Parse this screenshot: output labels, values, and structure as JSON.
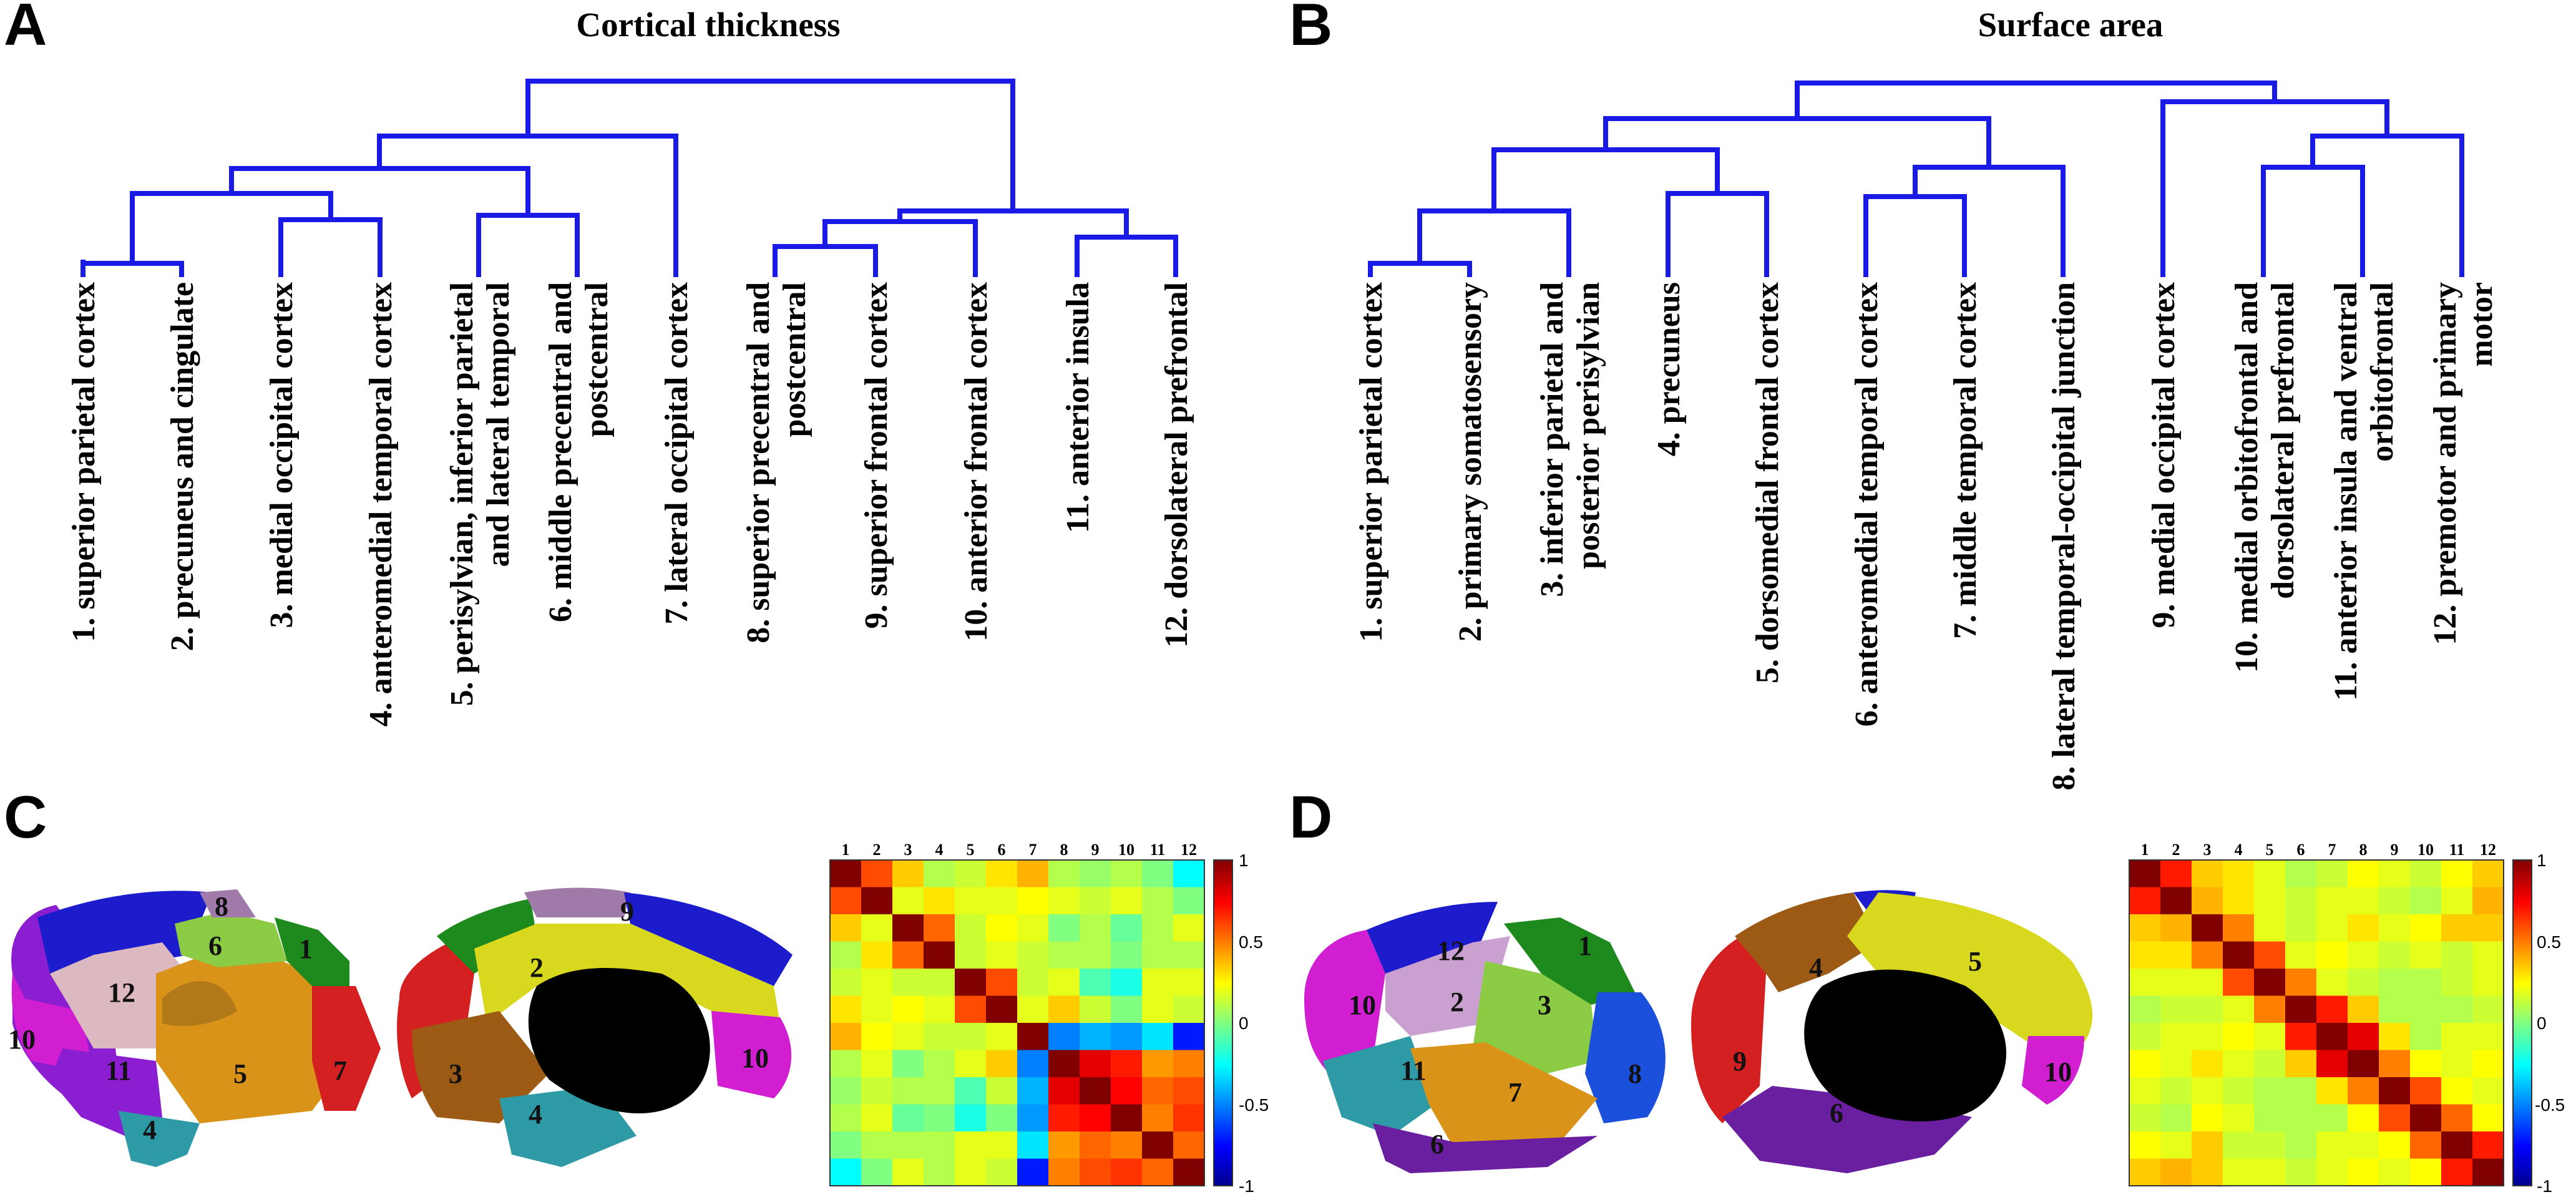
{
  "figure": {
    "colors": {
      "dendrogram": "#1a1ae6",
      "text": "#000000",
      "medial_wall": "#000000"
    },
    "panels": [
      {
        "letter": "A",
        "title": "Cortical thickness",
        "leaves": [
          {
            "line1": "1. superior parietal cortex",
            "line2": ""
          },
          {
            "line1": "2. precuneus and cingulate",
            "line2": ""
          },
          {
            "line1": "3. medial occipital cortex",
            "line2": ""
          },
          {
            "line1": "4. anteromedial temporal cortex",
            "line2": ""
          },
          {
            "line1": "5. perisylvian, inferior parietal",
            "line2": "and lateral temporal"
          },
          {
            "line1": "6. middle precentral and",
            "line2": "postcentral"
          },
          {
            "line1": "7. lateral occipital cortex",
            "line2": ""
          },
          {
            "line1": "8. superior precentral and",
            "line2": "postcentral"
          },
          {
            "line1": "9. superior frontal cortex",
            "line2": ""
          },
          {
            "line1": "10. anterior frontal cortex",
            "line2": ""
          },
          {
            "line1": "11. anterior insula",
            "line2": ""
          },
          {
            "line1": "12. dorsolateral prefrontal",
            "line2": ""
          }
        ]
      },
      {
        "letter": "B",
        "title": "Surface area",
        "leaves": [
          {
            "line1": "1. superior parietal cortex",
            "line2": ""
          },
          {
            "line1": "2. primary somatosensory",
            "line2": ""
          },
          {
            "line1": "3. inferior parietal and",
            "line2": "posterior perisylvian"
          },
          {
            "line1": "4. precuneus",
            "line2": ""
          },
          {
            "line1": "5. dorsomedial frontal cortex",
            "line2": ""
          },
          {
            "line1": "6. anteromedial temporal cortex",
            "line2": ""
          },
          {
            "line1": "7. middle temporal cortex",
            "line2": ""
          },
          {
            "line1": "8. lateral temporal-occipital junction",
            "line2": ""
          },
          {
            "line1": "9. medial occipital cortex",
            "line2": ""
          },
          {
            "line1": "10. medial orbitofrontal and",
            "line2": "dorsolateral prefrontal"
          },
          {
            "line1": "11. anterior insula and ventral",
            "line2": "orbitofrontal"
          },
          {
            "line1": "12. premotor and primary",
            "line2": "motor"
          }
        ]
      },
      {
        "letter": "C",
        "region_colors": {
          "1": "#1e8a1e",
          "2": "#d8d81e",
          "3": "#9c5a14",
          "4": "#2e9aa6",
          "5": "#d99318",
          "6": "#8ccc44",
          "7": "#d42020",
          "8": "#a07aa8",
          "9": "#1c1ccc",
          "10": "#d01ed0",
          "11": "#8a1ed0",
          "12": "#dcb8c0"
        },
        "lateral_labels": [
          "8",
          "6",
          "1",
          "12",
          "10",
          "11",
          "5",
          "7",
          "4"
        ],
        "medial_labels": [
          "9",
          "2",
          "3",
          "10",
          "4"
        ]
      },
      {
        "letter": "D",
        "region_colors": {
          "1": "#1e8a1e",
          "2": "#c9a0d0",
          "3": "#8ccc44",
          "4": "#9c5a14",
          "5": "#d8d81e",
          "6": "#6a1ea0",
          "7": "#d99318",
          "8": "#1a50dc",
          "9": "#d42020",
          "10": "#d01ed0",
          "11": "#2e9aa6",
          "12": "#1c1ccc"
        },
        "lateral_labels": [
          "12",
          "1",
          "10",
          "2",
          "3",
          "11",
          "7",
          "8",
          "6"
        ],
        "medial_labels": [
          "4",
          "5",
          "9",
          "10",
          "6"
        ]
      }
    ],
    "matrix_axis_labels": [
      "1",
      "2",
      "3",
      "4",
      "5",
      "6",
      "7",
      "8",
      "9",
      "10",
      "11",
      "12"
    ],
    "colorbar": {
      "ticks": [
        "1",
        "0.5",
        "0",
        "-0.5",
        "-1"
      ],
      "colormap": "jet",
      "range": [
        -1,
        1
      ]
    },
    "matrix_C": [
      [
        1.0,
        0.6,
        0.35,
        0.1,
        0.15,
        0.3,
        0.4,
        0.1,
        0.05,
        0.1,
        0.0,
        -0.25
      ],
      [
        0.6,
        1.0,
        0.2,
        0.3,
        0.2,
        0.2,
        0.25,
        0.2,
        0.15,
        0.2,
        0.1,
        0.0
      ],
      [
        0.35,
        0.2,
        1.0,
        0.55,
        0.15,
        0.25,
        0.2,
        0.0,
        0.1,
        -0.05,
        0.1,
        0.2
      ],
      [
        0.1,
        0.3,
        0.55,
        1.0,
        0.15,
        0.2,
        0.15,
        0.1,
        0.1,
        0.0,
        0.1,
        0.1
      ],
      [
        0.15,
        0.2,
        0.15,
        0.15,
        1.0,
        0.6,
        0.15,
        0.2,
        -0.1,
        -0.2,
        0.2,
        0.2
      ],
      [
        0.3,
        0.2,
        0.25,
        0.2,
        0.6,
        1.0,
        0.2,
        0.35,
        0.15,
        0.0,
        0.2,
        0.15
      ],
      [
        0.4,
        0.25,
        0.2,
        0.15,
        0.15,
        0.2,
        1.0,
        -0.5,
        -0.4,
        -0.45,
        -0.3,
        -0.7
      ],
      [
        0.1,
        0.2,
        0.0,
        0.1,
        0.2,
        0.35,
        -0.5,
        1.0,
        0.8,
        0.7,
        0.45,
        0.5
      ],
      [
        0.05,
        0.15,
        0.1,
        0.1,
        -0.1,
        0.15,
        -0.4,
        0.8,
        1.0,
        0.75,
        0.55,
        0.6
      ],
      [
        0.1,
        0.2,
        -0.05,
        0.0,
        -0.2,
        0.0,
        -0.45,
        0.7,
        0.75,
        1.0,
        0.5,
        0.65
      ],
      [
        0.0,
        0.1,
        0.1,
        0.1,
        0.2,
        0.2,
        -0.3,
        0.45,
        0.55,
        0.5,
        1.0,
        0.55
      ],
      [
        -0.25,
        0.0,
        0.2,
        0.1,
        0.2,
        0.15,
        -0.7,
        0.5,
        0.6,
        0.65,
        0.55,
        1.0
      ]
    ],
    "matrix_D": [
      [
        1.0,
        0.7,
        0.35,
        0.3,
        0.2,
        0.1,
        0.15,
        0.25,
        0.2,
        0.15,
        0.25,
        0.35
      ],
      [
        0.7,
        1.0,
        0.4,
        0.3,
        0.2,
        0.15,
        0.2,
        0.2,
        0.15,
        0.1,
        0.2,
        0.4
      ],
      [
        0.35,
        0.4,
        1.0,
        0.5,
        0.2,
        0.15,
        0.2,
        0.3,
        0.2,
        0.25,
        0.35,
        0.35
      ],
      [
        0.3,
        0.3,
        0.5,
        1.0,
        0.6,
        0.2,
        0.25,
        0.2,
        0.15,
        0.2,
        0.15,
        0.2
      ],
      [
        0.2,
        0.2,
        0.2,
        0.6,
        1.0,
        0.5,
        0.2,
        0.15,
        0.1,
        0.1,
        0.15,
        0.2
      ],
      [
        0.1,
        0.15,
        0.15,
        0.2,
        0.5,
        1.0,
        0.7,
        0.35,
        0.1,
        0.1,
        0.1,
        0.15
      ],
      [
        0.15,
        0.2,
        0.2,
        0.25,
        0.2,
        0.7,
        1.0,
        0.8,
        0.3,
        0.1,
        0.2,
        0.2
      ],
      [
        0.25,
        0.2,
        0.3,
        0.2,
        0.15,
        0.35,
        0.8,
        1.0,
        0.5,
        0.25,
        0.2,
        0.25
      ],
      [
        0.2,
        0.15,
        0.2,
        0.15,
        0.1,
        0.1,
        0.3,
        0.5,
        1.0,
        0.6,
        0.25,
        0.2
      ],
      [
        0.15,
        0.1,
        0.25,
        0.2,
        0.1,
        0.1,
        0.1,
        0.25,
        0.6,
        1.0,
        0.55,
        0.25
      ],
      [
        0.25,
        0.2,
        0.35,
        0.15,
        0.15,
        0.1,
        0.2,
        0.2,
        0.25,
        0.55,
        1.0,
        0.7
      ],
      [
        0.35,
        0.4,
        0.35,
        0.2,
        0.2,
        0.15,
        0.2,
        0.25,
        0.2,
        0.25,
        0.7,
        1.0
      ]
    ]
  }
}
